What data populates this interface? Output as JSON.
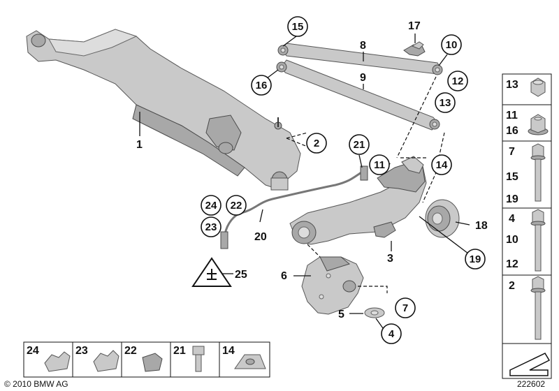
{
  "diagram": {
    "callouts": {
      "c1": "1",
      "c2": "2",
      "c3": "3",
      "c4": "4",
      "c5": "5",
      "c6": "6",
      "c7": "7",
      "c8": "8",
      "c9": "9",
      "c10": "10",
      "c11": "11",
      "c12": "12",
      "c13": "13",
      "c14": "14",
      "c15": "15",
      "c16": "16",
      "c17": "17",
      "c18": "18",
      "c19": "19",
      "c20": "20",
      "c21": "21",
      "c22": "22",
      "c23": "23",
      "c24": "24",
      "c25": "25"
    },
    "sidebar": {
      "r1": [
        "13"
      ],
      "r2": [
        "11",
        "16"
      ],
      "r3": [
        "7",
        "15",
        "19"
      ],
      "r4": [
        "4",
        "10",
        "12"
      ],
      "r5": [
        "2"
      ]
    },
    "bottom_strip": [
      "24",
      "23",
      "22",
      "21",
      "14"
    ],
    "copyright": "© 2010 BMW AG",
    "diagram_number": "222602"
  },
  "colors": {
    "part_fill": "#c9c9c9",
    "part_dark": "#a8a8a8",
    "line": "#111111"
  }
}
